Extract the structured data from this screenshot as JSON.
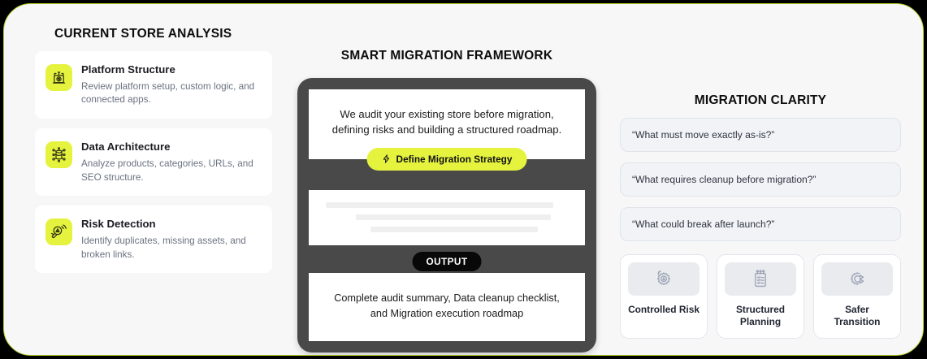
{
  "accent": {
    "lime": "#e5f33f",
    "border_lime": "#b9cf25",
    "dark_panel": "#494949",
    "badge_black": "#080808",
    "page_bg": "#f7f7f7"
  },
  "left": {
    "heading": "CURRENT STORE ANALYSIS",
    "cards": [
      {
        "icon": "platform-structure-icon",
        "title": "Platform Structure",
        "desc": "Review platform setup, custom logic, and connected apps."
      },
      {
        "icon": "data-architecture-icon",
        "title": "Data Architecture",
        "desc": "Analyze products, categories, URLs, and SEO structure."
      },
      {
        "icon": "risk-detection-icon",
        "title": "Risk Detection",
        "desc": "Identify duplicates, missing assets, and broken links."
      }
    ]
  },
  "center": {
    "heading": "SMART MIGRATION FRAMEWORK",
    "intro_text": "We audit your existing store before migration, defining risks and building a structured roadmap.",
    "strategy_button": {
      "label": "Define Migration Strategy",
      "icon": "lightning-bolt-icon"
    },
    "skeleton_rows": 3,
    "output_badge": "OUTPUT",
    "output_text": "Complete audit summary,  Data cleanup checklist, and Migration execution roadmap"
  },
  "right": {
    "heading": "MIGRATION CLARITY",
    "quotes": [
      "“What must move exactly as-is?”",
      "“What requires cleanup before migration?”",
      "“What could break after launch?”"
    ],
    "benefits": [
      {
        "icon": "gear-download-icon",
        "label": "Controlled Risk"
      },
      {
        "icon": "clipboard-checklist-icon",
        "label": "Structured Planning"
      },
      {
        "icon": "gear-transition-icon",
        "label": "Safer Transition"
      }
    ]
  }
}
